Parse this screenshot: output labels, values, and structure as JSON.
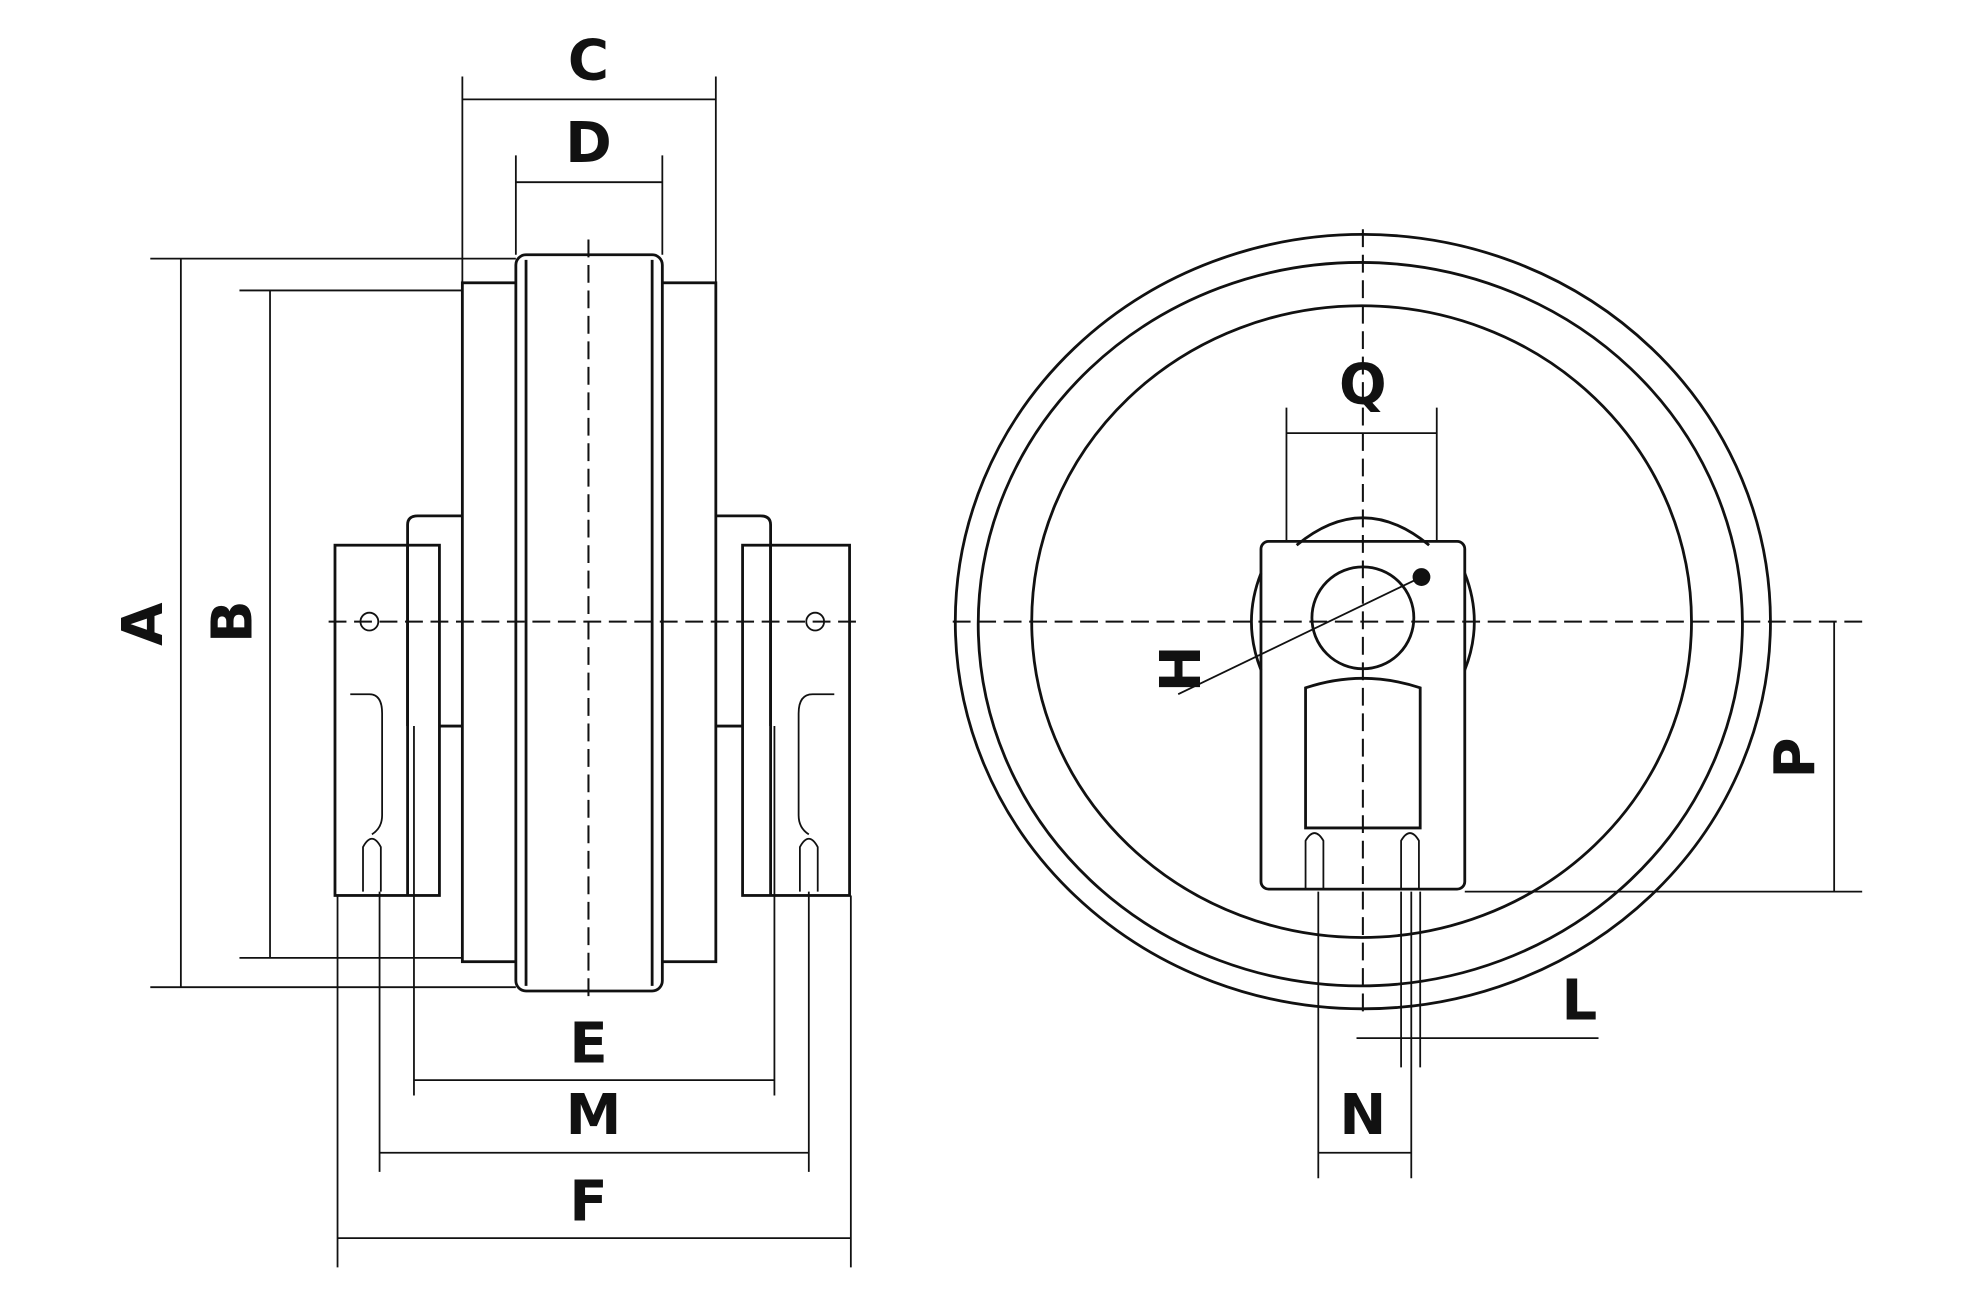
{
  "title": "Idler wheel dimension drawing",
  "labels": {
    "A": "A",
    "B": "B",
    "C": "C",
    "D": "D",
    "E": "E",
    "M": "M",
    "F": "F",
    "Q": "Q",
    "H": "H",
    "P": "P",
    "L": "L",
    "N": "N"
  },
  "colors": {
    "line": "#111111",
    "background": "#ffffff"
  }
}
